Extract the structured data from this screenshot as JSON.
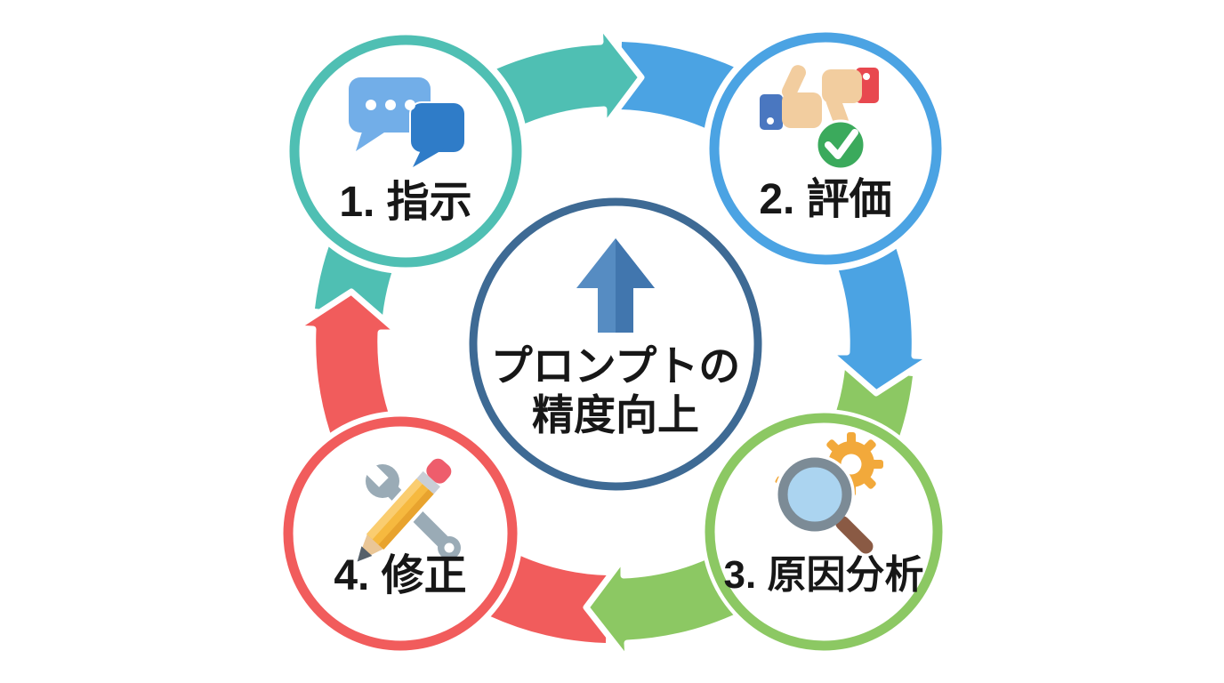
{
  "diagram": {
    "background": "#FFFFFF",
    "text_color": "#171717",
    "center": {
      "line1": "プロンプトの",
      "line2": "精度向上",
      "ring_color": "#3E6A94",
      "arrow_light": "#568CC2",
      "arrow_dark": "#4176AE"
    },
    "steps": [
      {
        "label": "1. 指示",
        "color": "#4FBFB3",
        "icon": "chat-bubbles-icon"
      },
      {
        "label": "2. 評価",
        "color": "#4BA3E3",
        "icon": "thumbs-up-down-check-icon"
      },
      {
        "label": "3. 原因分析",
        "color": "#8CC863",
        "icon": "magnifier-gear-icon"
      },
      {
        "label": "4. 修正",
        "color": "#F15C5C",
        "icon": "wrench-pencil-icon"
      }
    ],
    "arrows": [
      {
        "from": "1. 指示",
        "to": "2. 評価",
        "color": "#4FBFB3"
      },
      {
        "from": "2. 評価",
        "to": "3. 原因分析",
        "color": "#4BA3E3"
      },
      {
        "from": "3. 原因分析",
        "to": "4. 修正",
        "color": "#8CC863"
      },
      {
        "from": "4. 修正",
        "to": "1. 指示",
        "color": "#F15C5C"
      }
    ],
    "icons": {
      "chat_light": "#72AEE8",
      "chat_dark": "#2F7CC8",
      "skin": "#F2CD9F",
      "cuff_blue": "#4A77C0",
      "cuff_red": "#E8484F",
      "check_green": "#3BAA5C",
      "gear_orange": "#F2A93B",
      "lens": "#ABD4F0",
      "lens_ring": "#7C8B96",
      "handle_brown": "#8A5A44",
      "wrench_gray": "#9AABB6",
      "pencil_body": "#F6B93F",
      "pencil_light": "#FACD70",
      "pencil_dark": "#E8A32E",
      "eraser": "#EE5D6C",
      "ferrule": "#C9CED6",
      "wood": "#EAC696",
      "graphite": "#55606A"
    }
  }
}
